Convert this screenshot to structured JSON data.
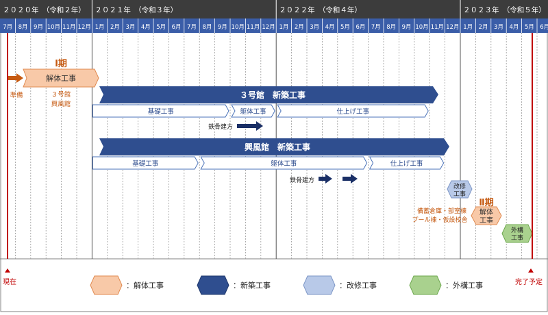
{
  "years": [
    {
      "label": "２０２０年　（令和２年）",
      "first_month": 0
    },
    {
      "label": "２０２１年　（令和３年）",
      "first_month": 6
    },
    {
      "label": "２０２２年　（令和４年）",
      "first_month": 18
    },
    {
      "label": "２０２３年　（令和５年）",
      "first_month": 30
    }
  ],
  "months": [
    "7月",
    "8月",
    "9月",
    "10月",
    "11月",
    "12月",
    "1月",
    "2月",
    "3月",
    "4月",
    "5月",
    "6月",
    "7月",
    "8月",
    "9月",
    "10月",
    "11月",
    "12月",
    "1月",
    "2月",
    "3月",
    "4月",
    "5月",
    "6月",
    "7月",
    "8月",
    "9月",
    "10月",
    "11月",
    "12月",
    "1月",
    "2月",
    "3月",
    "4月",
    "5月",
    "6月"
  ],
  "phase1": {
    "label": "Ⅰ期",
    "prep": "準備",
    "demolition": "解体工事",
    "buildings": [
      "３号館",
      "興風館"
    ]
  },
  "building3": {
    "title": "３号館　新築工事",
    "sub": [
      {
        "label": "基礎工事",
        "start": 6,
        "end": 15
      },
      {
        "label": "躯体工事",
        "start": 15,
        "end": 18
      },
      {
        "label": "仕上げ工事",
        "start": 18,
        "end": 28
      }
    ],
    "steel_label": "鉄骨建方"
  },
  "koufukan": {
    "title": "興風館　新築工事",
    "sub": [
      {
        "label": "基礎工事",
        "start": 6,
        "end": 13
      },
      {
        "label": "躯体工事",
        "start": 13,
        "end": 24
      },
      {
        "label": "仕上げ工事",
        "start": 24,
        "end": 29
      }
    ],
    "steel_label": "鉄骨建方"
  },
  "renovation": {
    "label": "改修\n工事"
  },
  "phase2": {
    "label": "Ⅱ期",
    "demolition": "解体\n工事",
    "buildings": [
      "備蓄倉庫・部室棟",
      "プール棟・仮設校舎"
    ]
  },
  "exterior": {
    "label": "外構\n工事"
  },
  "markers": {
    "now": "現在",
    "finish": "完了予定"
  },
  "legend": [
    {
      "label": "：解体工事",
      "color": "#f8c9a8",
      "stroke": "#e08a50"
    },
    {
      "label": "：新築工事",
      "color": "#2f4e8f",
      "stroke": "#213a6e"
    },
    {
      "label": "：改修工事",
      "color": "#b8c9e8",
      "stroke": "#7d96c6"
    },
    {
      "label": "：外構工事",
      "color": "#a9d18e",
      "stroke": "#6ea84f"
    }
  ],
  "colors": {
    "header_dark": "#3c3c3c",
    "month_blue": "#3a5da8",
    "navy": "#2f4e8f",
    "orange_text": "#c65a11",
    "red": "#c00000"
  }
}
